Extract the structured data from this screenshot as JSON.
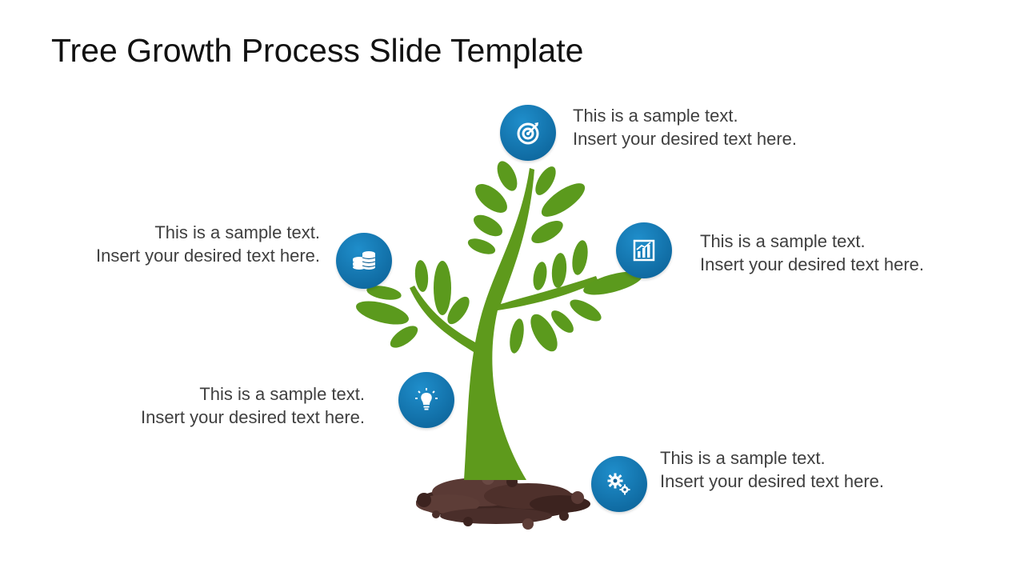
{
  "slide": {
    "title": "Tree Growth Process Slide Template"
  },
  "colors": {
    "icon_circle": "#0a5e93",
    "leaf": "#5b9a1d",
    "trunk": "#5e9a1c",
    "soil": "#4a2e2a",
    "text": "#3f3f3f"
  },
  "items": [
    {
      "icon": "target-icon",
      "line1": "This is a sample text.",
      "line2": "Insert your desired text here."
    },
    {
      "icon": "bar-chart-icon",
      "line1": "This is a sample text.",
      "line2": "Insert your desired text here."
    },
    {
      "icon": "coins-icon",
      "line1": "This is a sample text.",
      "line2": "Insert your desired text here."
    },
    {
      "icon": "lightbulb-icon",
      "line1": "This is a sample text.",
      "line2": "Insert your desired text here."
    },
    {
      "icon": "gears-icon",
      "line1": "This is a sample text.",
      "line2": "Insert your desired text here."
    }
  ]
}
